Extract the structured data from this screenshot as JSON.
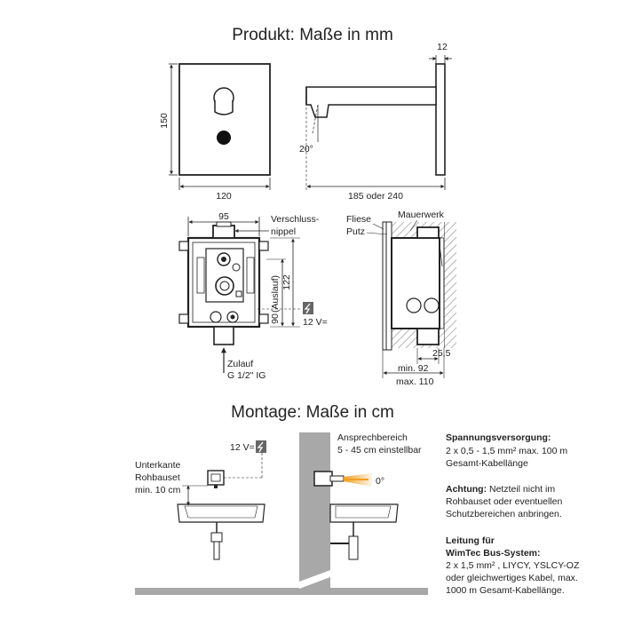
{
  "product_title": "Produkt: Maße in mm",
  "montage_title": "Montage: Maße in cm",
  "product": {
    "dim_height": "150",
    "dim_width": "120",
    "dim_depth": "12",
    "angle": "20°",
    "dim_spout": "185 oder 240",
    "dim_box_width": "95",
    "verschluss_line1": "Verschluss-",
    "verschluss_line2": "nippel",
    "dim_box_height": "122",
    "auslauf": "(Auslauf)",
    "dim_90": "90",
    "voltage": "12 V=",
    "zulauf_line1": "Zulauf",
    "zulauf_line2": "G 1/2\" IG",
    "fliese": "Fliese",
    "putz": "Putz",
    "mauerwerk": "Mauerwerk",
    "dim_25_5": "25,5",
    "min_depth": "min. 92",
    "max_depth": "max. 110"
  },
  "montage": {
    "voltage": "12 V=",
    "unterkante_line1": "Unterkante",
    "unterkante_line2": "Rohbauset",
    "unterkante_line3": "min. 10 cm",
    "ansprech_line1": "Ansprechbereich",
    "ansprech_line2": "5 - 45 cm einstellbar",
    "angle": "0°"
  },
  "notes": {
    "spannung_title": "Spannungsversorgung:",
    "spannung_line1": "2 x 0,5 - 1,5 mm²  max. 100 m",
    "spannung_line2": "Gesamt-Kabellänge",
    "achtung_title": "Achtung:",
    "achtung_line1_rest": " Netzteil nicht im",
    "achtung_line2": "Rohbauset oder eventuellen",
    "achtung_line3": "Schutzbereichen anbringen.",
    "leitung_title1": "Leitung für",
    "leitung_title2": "WimTec Bus-System:",
    "leitung_line1": "2 x 1,5 mm² , LIYCY, YSLCY-OZ",
    "leitung_line2": "oder gleichwertiges Kabel, max.",
    "leitung_line3": "1000 m Gesamt-Kabellänge."
  },
  "colors": {
    "wall_gray": "#a8a8a8",
    "hatch_gray": "#b3b3b3",
    "sensor_orange": "#f0a020",
    "line": "#222222"
  }
}
